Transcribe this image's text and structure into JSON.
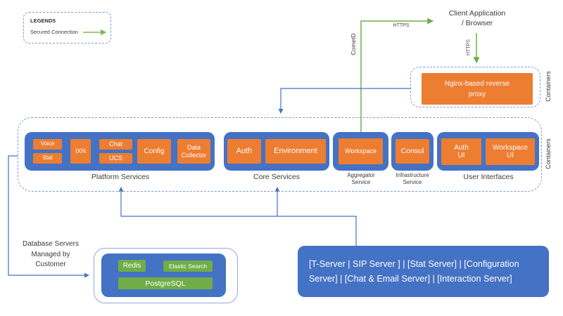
{
  "colors": {
    "orange": "#ED7D31",
    "blue": "#4472C4",
    "green": "#70AD47",
    "dashed_border": "#7C9CD6"
  },
  "legend": {
    "title": "LEGENDS",
    "secured_connection": "Secured Connection"
  },
  "client_app": {
    "line1": "Client Application",
    "line2": "/ Browser"
  },
  "connection_labels": {
    "cometd": "CometD",
    "https_top": "HTTPS",
    "https_side": "HTTPS"
  },
  "proxy": {
    "name": "Nginx-based reverse proxy",
    "containers_label": "Containers"
  },
  "main_containers_label": "Containers",
  "groups": {
    "platform": {
      "title": "Platform Services",
      "voice": "Voice",
      "stat": "Stat",
      "ixn": "IXN",
      "chat": "Chat",
      "ucs": "UCS",
      "config": "Config",
      "data_collector": "Data Collector"
    },
    "core": {
      "title": "Core Services",
      "auth": "Auth",
      "environment": "Environment"
    },
    "aggregator": {
      "title": "Aggregator Service",
      "workspace": "Workspace"
    },
    "infrastructure": {
      "title": "Infrastructure Service",
      "consul": "Consul"
    },
    "user_interfaces": {
      "title": "User Interfaces",
      "auth_ui": "Auth UI",
      "workspace_ui": "Workspace UI"
    }
  },
  "database": {
    "note": "Database Servers Managed by Customer",
    "redis": "Redis",
    "elastic_search": "Elastic Search",
    "postgresql": "PostgreSQL"
  },
  "backend_servers": {
    "label": "[T-Server | SIP Server ] | [Stat Server] | [Configuration Server] | [Chat & Email Server] | [Interaction Server]"
  }
}
